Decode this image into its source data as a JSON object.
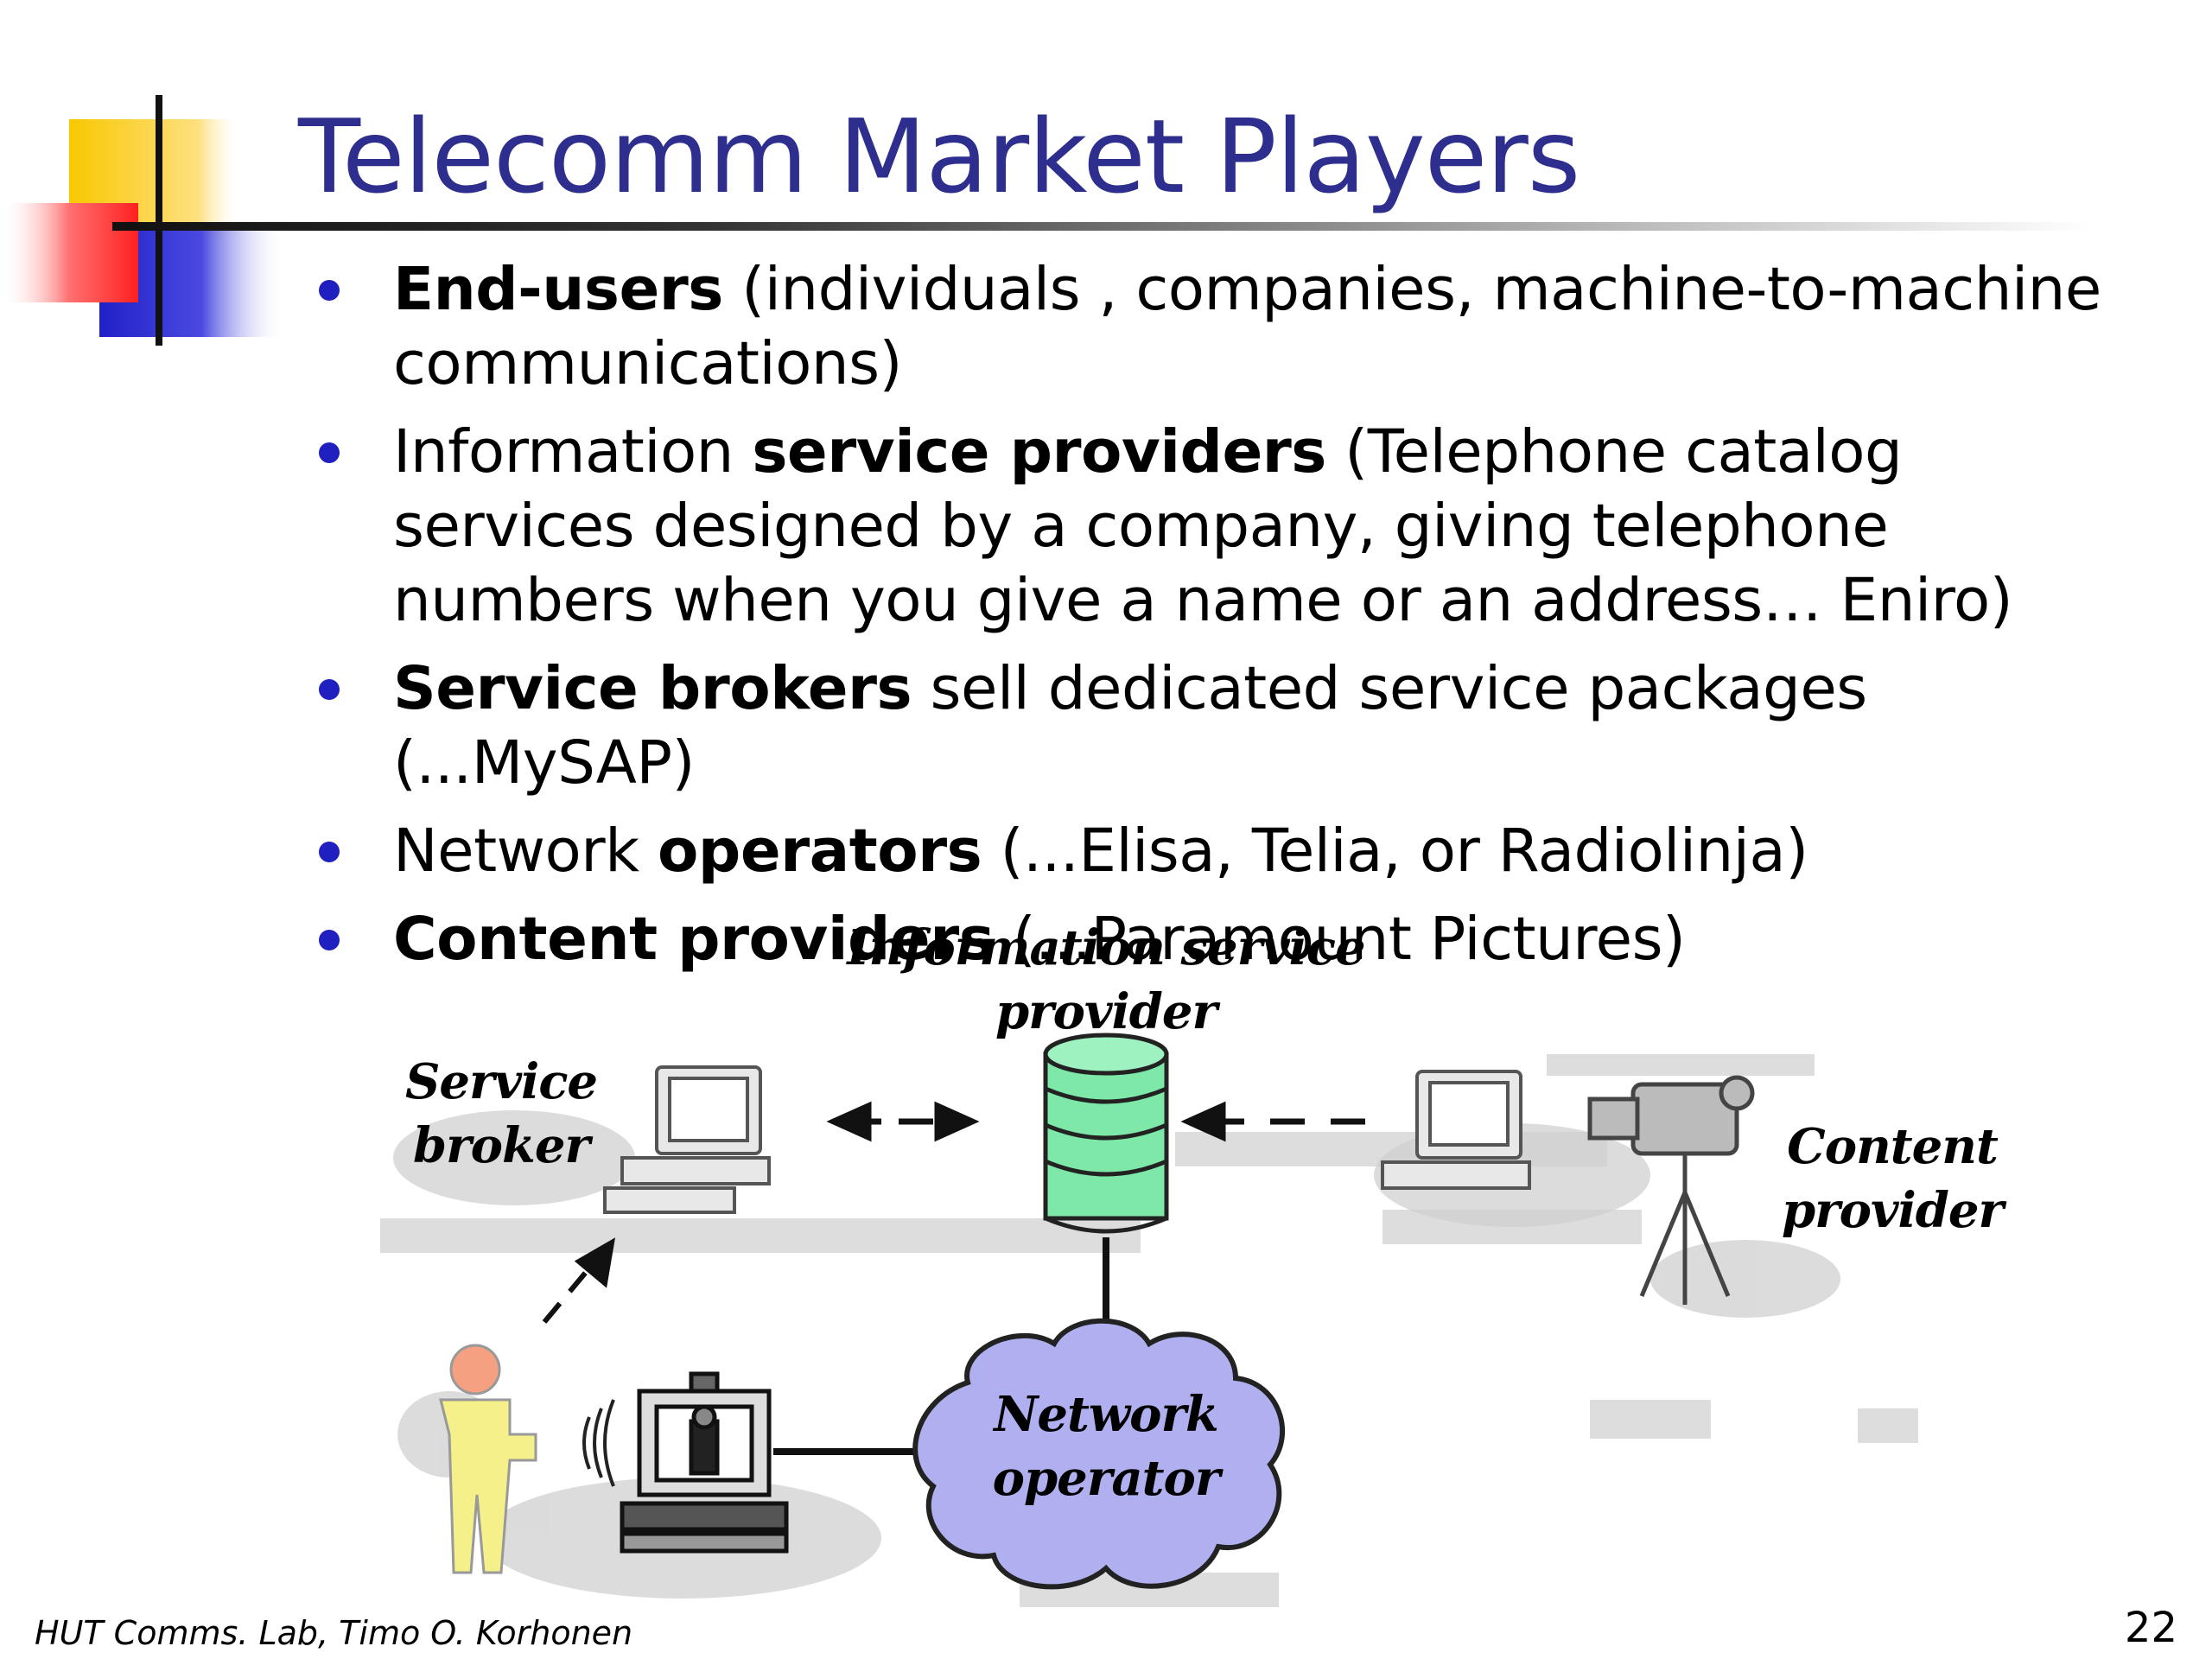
{
  "slide": {
    "title": "Telecomm Market Players",
    "bullets": [
      {
        "pre": "",
        "bold": "End-users",
        "post": " (individuals , companies, machine-to-machine communications)"
      },
      {
        "pre": "Information ",
        "bold": "service providers",
        "post": " (Telephone catalog services designed by a company, giving telephone numbers when you give a name or an address… Eniro)"
      },
      {
        "pre": "",
        "bold": "Service brokers",
        "post": " sell dedicated service packages (...MySAP)"
      },
      {
        "pre": "Network ",
        "bold": "operators",
        "post": " (...Elisa, Telia, or Radiolinja)"
      },
      {
        "pre": "",
        "bold": "Content providers",
        "post": " (...Paramount Pictures)"
      }
    ]
  },
  "diagram": {
    "isp_label": [
      "Information service",
      "provider"
    ],
    "broker_label": [
      "Service",
      "broker"
    ],
    "content_label": [
      "Content",
      "provider"
    ],
    "network_label": [
      "Network",
      "operator"
    ]
  },
  "footer": {
    "author": "HUT Comms. Lab, Timo O. Korhonen",
    "page_number": "22"
  },
  "colors": {
    "title": "#2e2e8e",
    "bullet_dot": "#2020c0",
    "database": "#7ee8a8",
    "cloud": "#b0b0f0",
    "person_body": "#f5f08a",
    "person_head": "#f5a080"
  }
}
